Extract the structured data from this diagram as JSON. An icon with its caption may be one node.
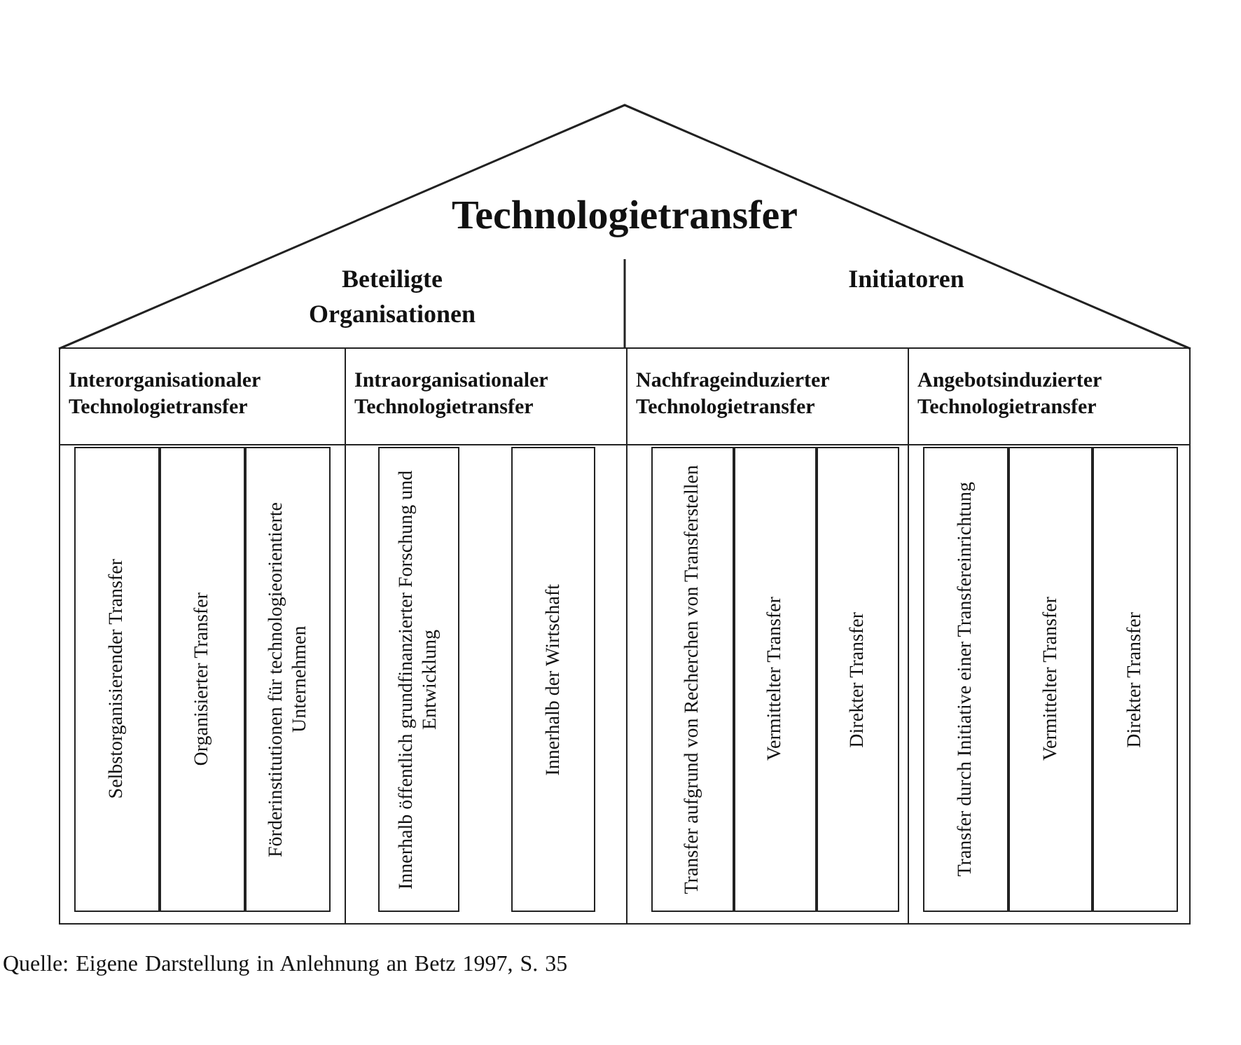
{
  "diagram": {
    "caption": "Quelle: Eigene Darstellung in Anlehnung an Betz 1997, S. 35",
    "nodes": [
      {
        "text": [
          "Technologietransfer"
        ]
      },
      {
        "text": [
          "Beteiligte Organisationen"
        ],
        "in": 0
      },
      {
        "text": [
          "Initiatoren"
        ],
        "in": 0
      },
      {
        "text": [
          "Interorganisationaler Technologietransfer"
        ]
      },
      {
        "text": [
          "Selbstorganisierender Transfer"
        ],
        "in": 3
      },
      {
        "text": [
          "Organisierter Transfer"
        ],
        "in": 3
      },
      {
        "text": [
          "Förderinstitutionen für technologieorientierte Unternehmen"
        ],
        "in": 3
      },
      {
        "text": [
          "Intraorganisationaler Technologietransfer"
        ]
      },
      {
        "text": [
          "Innerhalb öffentlich grundfinanzierter Forschung und Entwicklung"
        ],
        "in": 7
      },
      {
        "text": [
          "Innerhalb der Wirtschaft"
        ],
        "in": 7
      },
      {
        "text": [
          "Nachfrageinduzierter Technologietransfer"
        ]
      },
      {
        "text": [
          "Transfer aufgrund von Recherchen von Transferstellen"
        ],
        "in": 10
      },
      {
        "text": [
          "Vermittelter Transfer"
        ],
        "in": 10
      },
      {
        "text": [
          "Direkter Transfer"
        ],
        "in": 10
      },
      {
        "text": [
          "Angebotsinduzierter Technologietransfer"
        ]
      },
      {
        "text": [
          "Transfer durch Initiative einer Transfereinrichtung"
        ],
        "in": 14
      },
      {
        "text": [
          "Vermittelter Transfer"
        ],
        "in": 14
      },
      {
        "text": [
          "Direkter Transfer"
        ],
        "in": 14
      }
    ],
    "edges": []
  }
}
